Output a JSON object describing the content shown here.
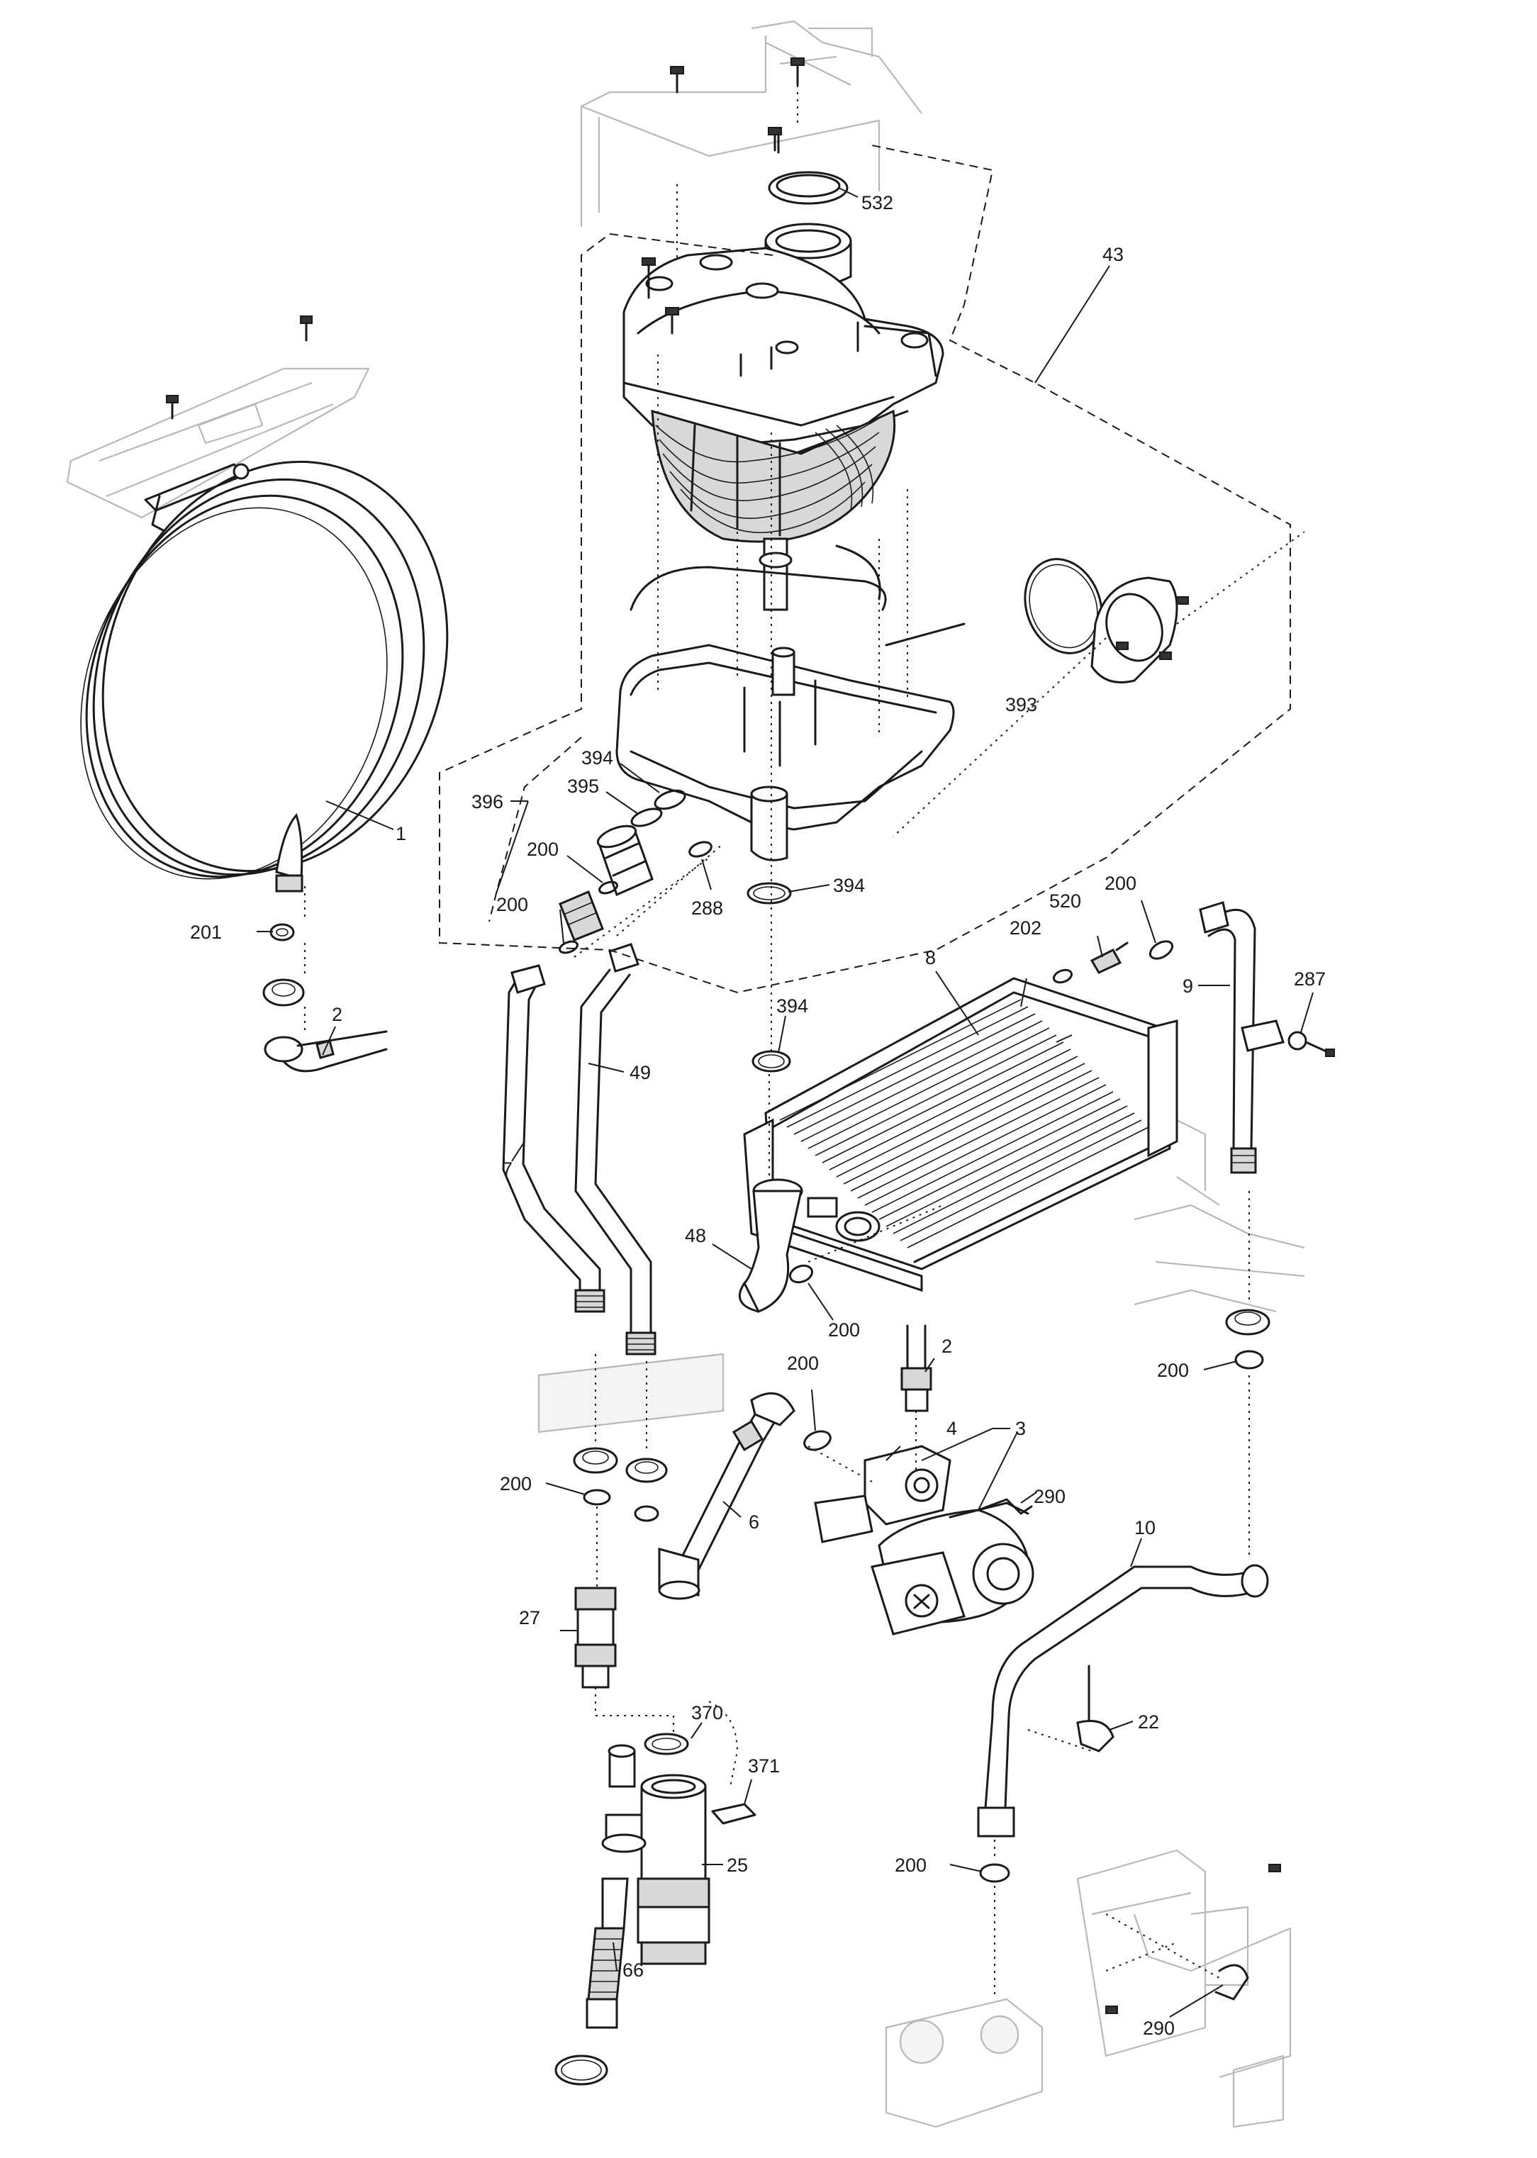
{
  "labels": {
    "l1": "1",
    "l2a": "2",
    "l2b": "2",
    "l3": "3",
    "l4": "4",
    "l6": "6",
    "l7": "7",
    "l8": "8",
    "l9": "9",
    "l10": "10",
    "l22": "22",
    "l25": "25",
    "l27": "27",
    "l43": "43",
    "l48": "48",
    "l49": "49",
    "l66": "66",
    "l200a": "200",
    "l200b": "200",
    "l200c": "200",
    "l200d": "200",
    "l200e": "200",
    "l200f": "200",
    "l200g": "200",
    "l200h": "200",
    "l201": "201",
    "l202": "202",
    "l287": "287",
    "l288": "288",
    "l290a": "290",
    "l290b": "290",
    "l370": "370",
    "l371": "371",
    "l393": "393",
    "l394a": "394",
    "l394b": "394",
    "l394c": "394",
    "l395": "395",
    "l396": "396",
    "l520": "520",
    "l532": "532"
  },
  "colors": {
    "line": "#1a1a1a",
    "ghost": "#b8b8b8",
    "background": "#ffffff"
  }
}
